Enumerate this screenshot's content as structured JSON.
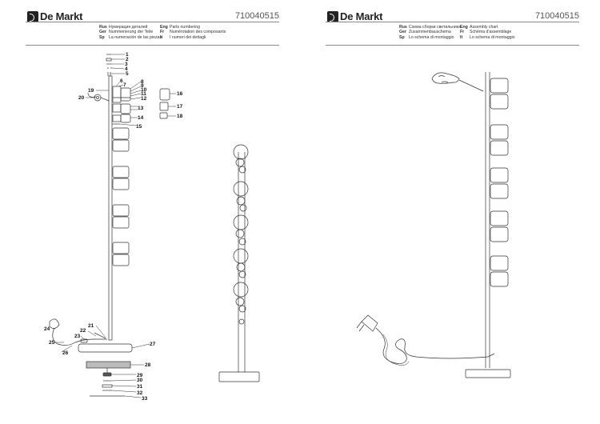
{
  "brand": "De Markt",
  "doc_code": "710040515",
  "left_legend": [
    {
      "lang": "Rus",
      "text": "Нумерация деталей"
    },
    {
      "lang": "Ger",
      "text": "Nummerierung der Teile"
    },
    {
      "lang": "Sp",
      "text": "La numeración de las piezas"
    },
    {
      "lang": "Eng",
      "text": "Parts numbering"
    },
    {
      "lang": "Fr",
      "text": "Numérotation des composants"
    },
    {
      "lang": "It",
      "text": "I numeri dei dettagli"
    }
  ],
  "right_legend": [
    {
      "lang": "Rus",
      "text": "Схема сборки светильника"
    },
    {
      "lang": "Ger",
      "text": "Zusammenbauschema"
    },
    {
      "lang": "Sp",
      "text": "Lo schema di montaggio"
    },
    {
      "lang": "Eng",
      "text": "Assembly chart"
    },
    {
      "lang": "Fr",
      "text": "Schéma d'assemblage"
    },
    {
      "lang": "It",
      "text": "Lo schema di montaggio"
    }
  ],
  "part_numbers": [
    "1",
    "2",
    "3",
    "4",
    "5",
    "6",
    "7",
    "8",
    "9",
    "10",
    "11",
    "12",
    "13",
    "14",
    "15",
    "16",
    "17",
    "18",
    "19",
    "20",
    "21",
    "22",
    "23",
    "24",
    "25",
    "26",
    "27",
    "28",
    "29",
    "30",
    "31",
    "32",
    "33"
  ]
}
